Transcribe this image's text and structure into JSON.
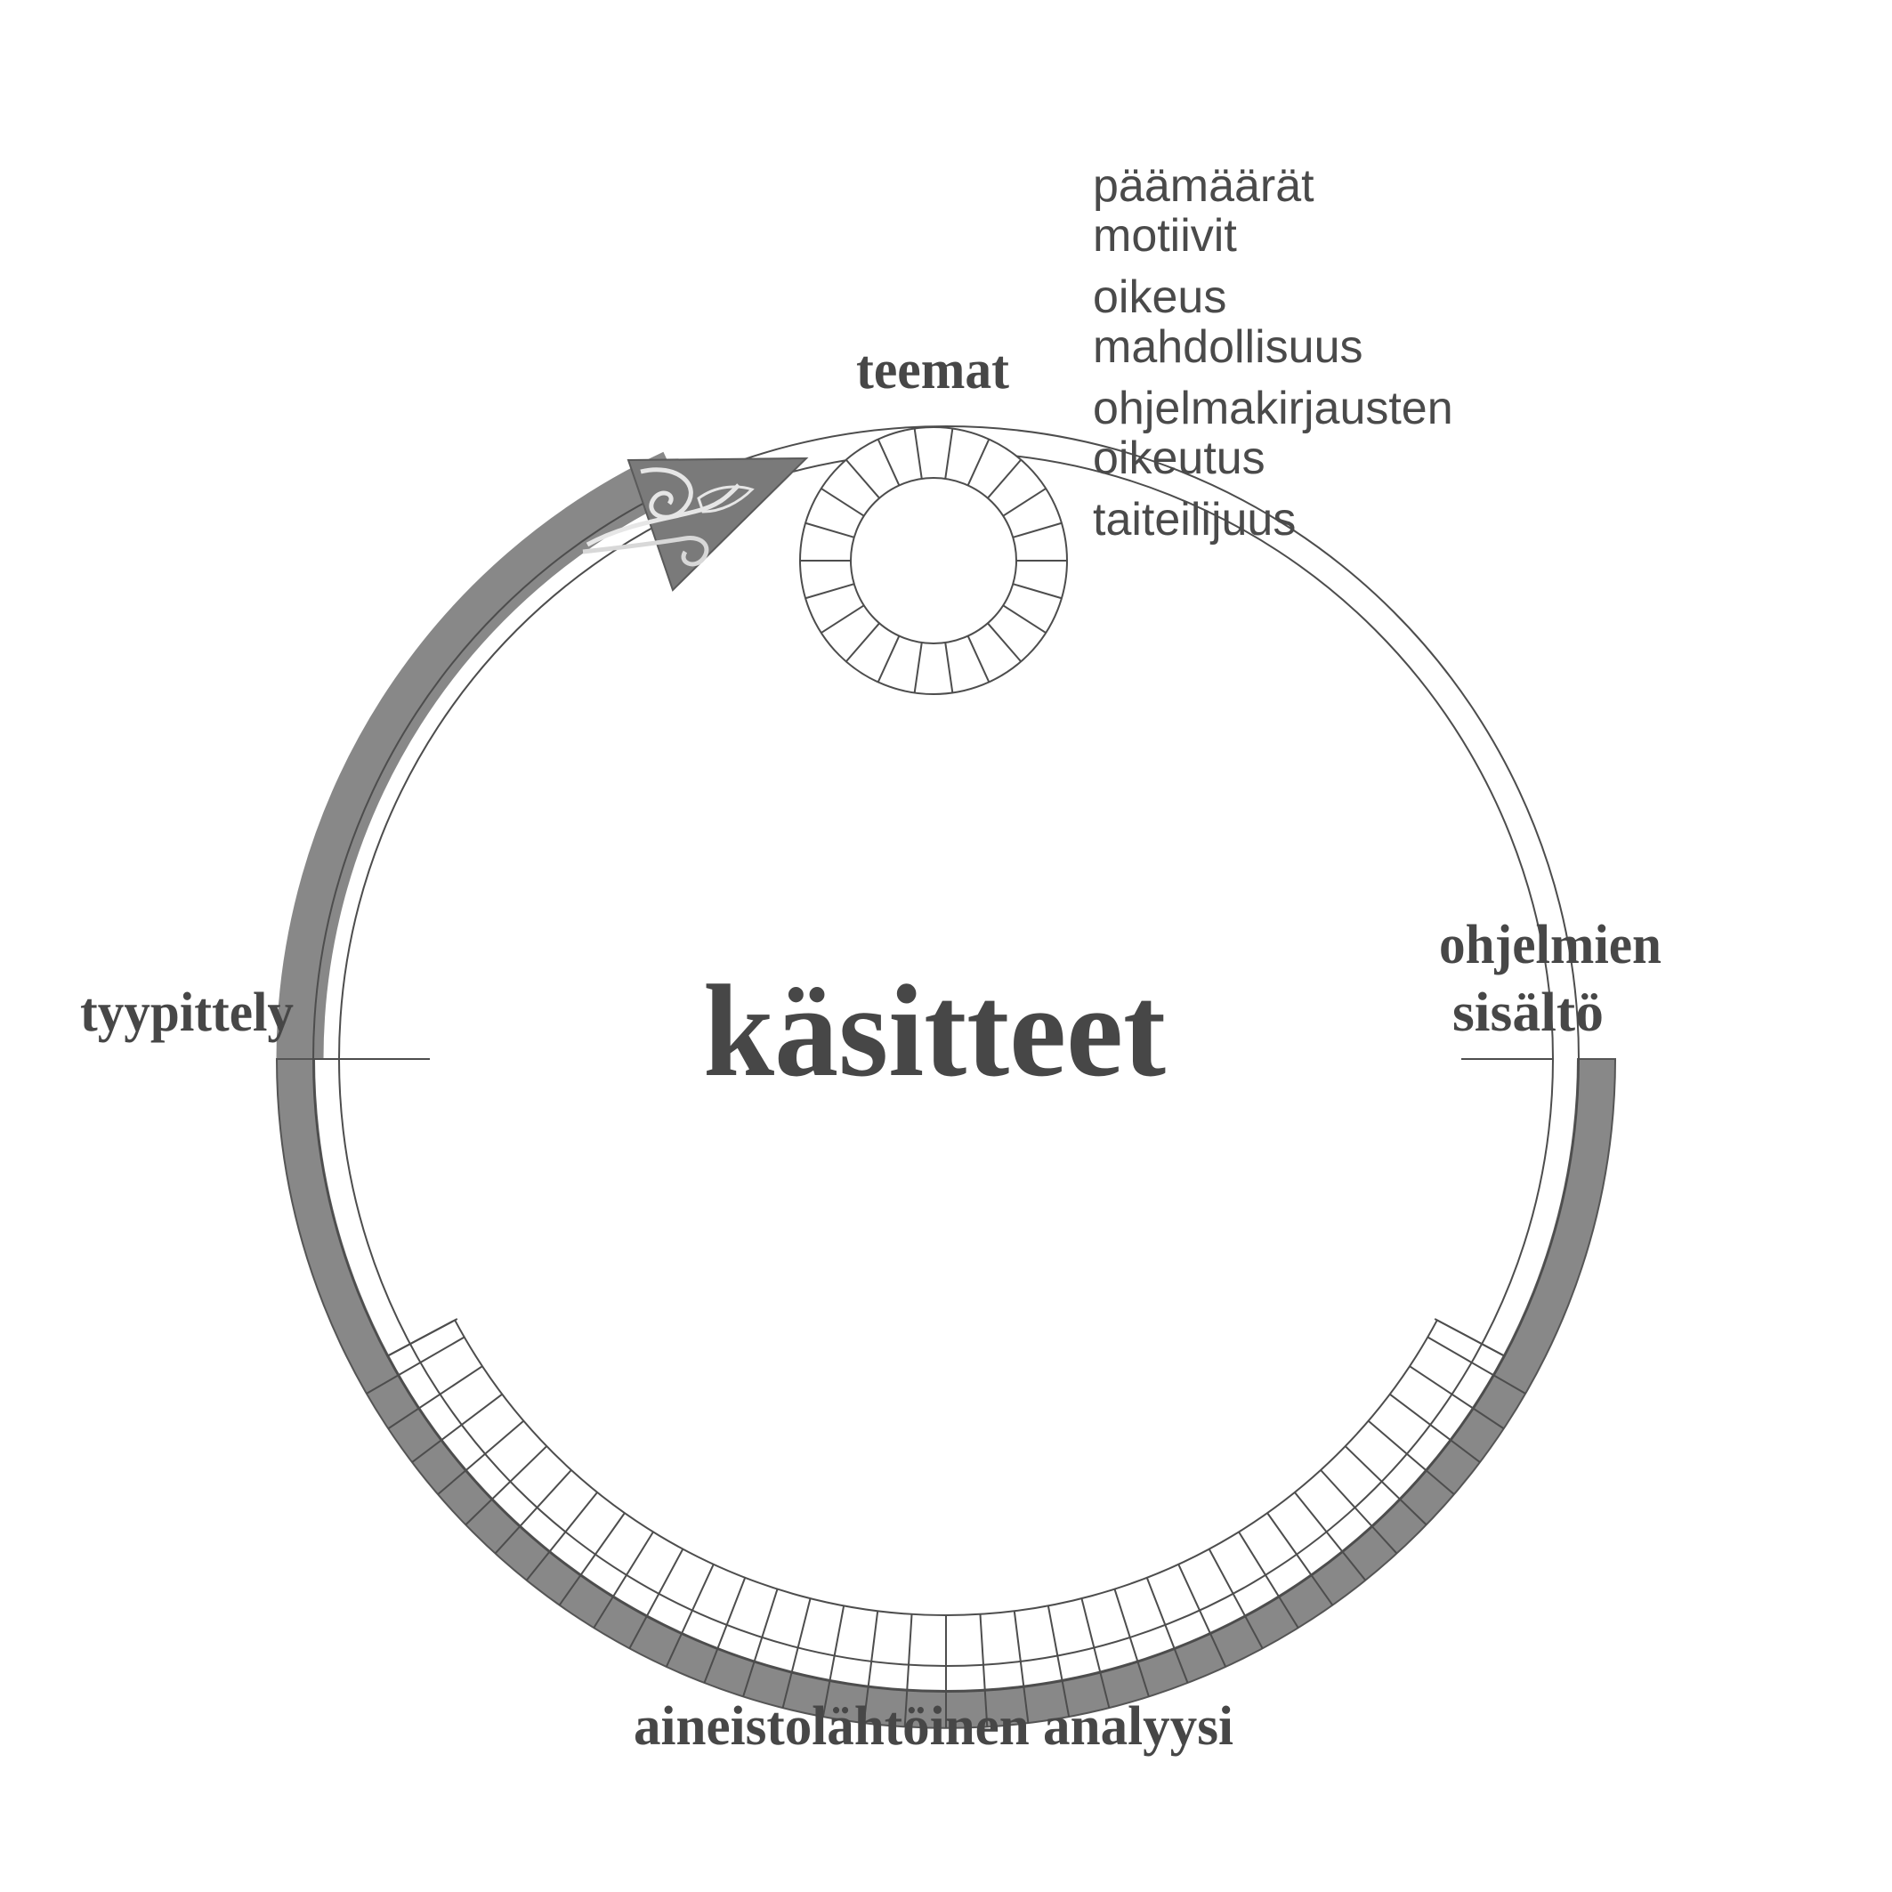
{
  "center_label": "käsitteet",
  "labels": {
    "top": "teemat",
    "left": "tyypittely",
    "right_line1": "ohjelmien",
    "right_line2": "sisältö",
    "bottom": "aineistolähtöinen analyysi"
  },
  "theme_list": [
    "päämäärät",
    "motiivit",
    "oikeus",
    "mahdollisuus",
    "ohjelmakirjausten",
    "oikeutus",
    "taiteilijuus"
  ],
  "colors": {
    "stroke": "#4d4d4d",
    "band_fill": "#888888",
    "text": "#474747",
    "background": "#ffffff"
  },
  "icons": {
    "arrowhead": "ornamental-arrowhead-icon"
  }
}
